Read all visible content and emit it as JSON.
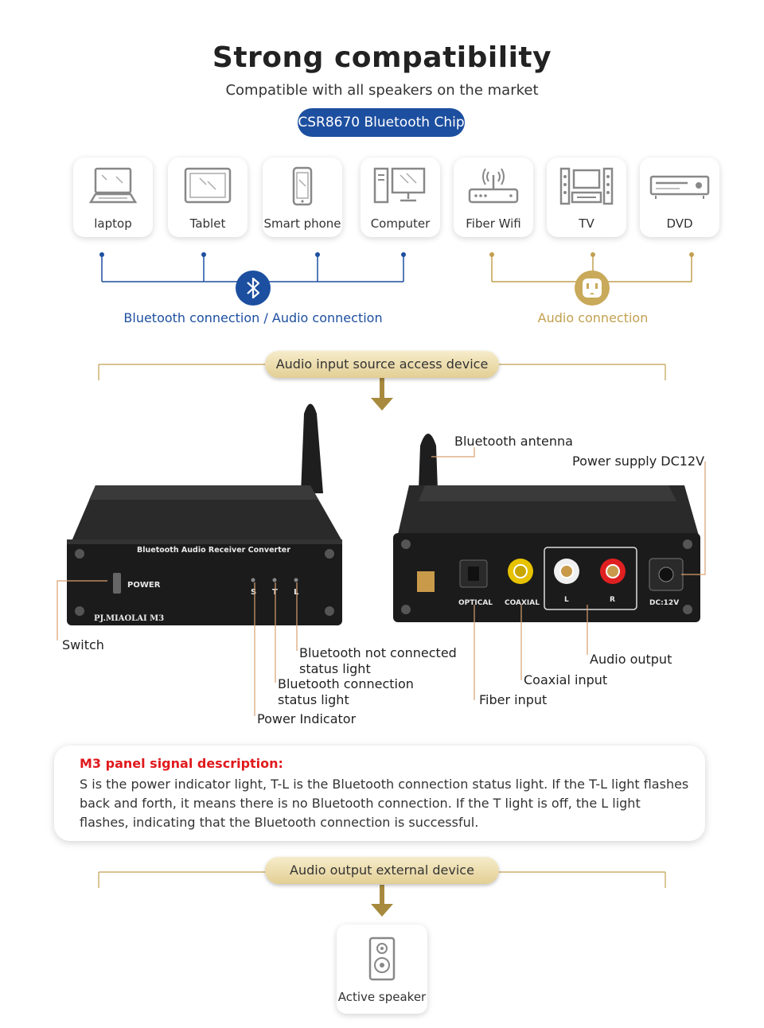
{
  "header": {
    "title": "Strong compatibility",
    "subtitle": "Compatible with all speakers on the market",
    "chip_label": "CSR8670 Bluetooth Chip"
  },
  "devices": [
    {
      "label": "laptop",
      "icon": "laptop-icon"
    },
    {
      "label": "Tablet",
      "icon": "tablet-icon"
    },
    {
      "label": "Smart phone",
      "icon": "smartphone-icon"
    },
    {
      "label": "Computer",
      "icon": "computer-icon"
    },
    {
      "label": "Fiber Wifi",
      "icon": "router-icon"
    },
    {
      "label": "TV",
      "icon": "tv-icon"
    },
    {
      "label": "DVD",
      "icon": "dvd-icon"
    }
  ],
  "connections": {
    "bluetooth_label": "Bluetooth connection / Audio connection",
    "audio_label": "Audio connection",
    "bluetooth_icon": "bluetooth-icon",
    "audio_icon": "power-outlet-icon"
  },
  "sections": {
    "input_label": "Audio input source access device",
    "output_label": "Audio output external device"
  },
  "front_panel": {
    "brand_text": "Bluetooth Audio Receiver Converter",
    "power_text": "POWER",
    "model_text": "PJ.MIAOLAI  M3",
    "led_labels": [
      "S",
      "T",
      "L"
    ],
    "callouts": {
      "switch": "Switch",
      "l_light": "Bluetooth not connected status light",
      "l_light_line1": "Bluetooth not connected",
      "l_light_line2": "status light",
      "t_light_line1": "Bluetooth connection",
      "t_light_line2": "status light",
      "power_indicator": "Power Indicator"
    }
  },
  "rear_panel": {
    "port_labels": {
      "optical": "OPTICAL",
      "coaxial": "COAXIAL",
      "l": "L",
      "r": "R",
      "dc": "DC:12V"
    },
    "callouts": {
      "antenna": "Bluetooth antenna",
      "power_supply": "Power supply DC12V",
      "audio_output": "Audio output",
      "coaxial_input": "Coaxial input",
      "fiber_input": "Fiber input"
    }
  },
  "description": {
    "title": "M3 panel signal description:",
    "body": "S is the power indicator light, T-L is the Bluetooth connection status light. If the T-L light flashes back and forth, it means there is no Bluetooth connection. If the T light is off, the L light flashes, indicating that the Bluetooth connection is successful."
  },
  "output_device": {
    "label": "Active speaker",
    "icon": "speaker-icon"
  },
  "colors": {
    "blue": "#1d4fa0",
    "gold": "#c2a050",
    "red": "#e0191d"
  }
}
